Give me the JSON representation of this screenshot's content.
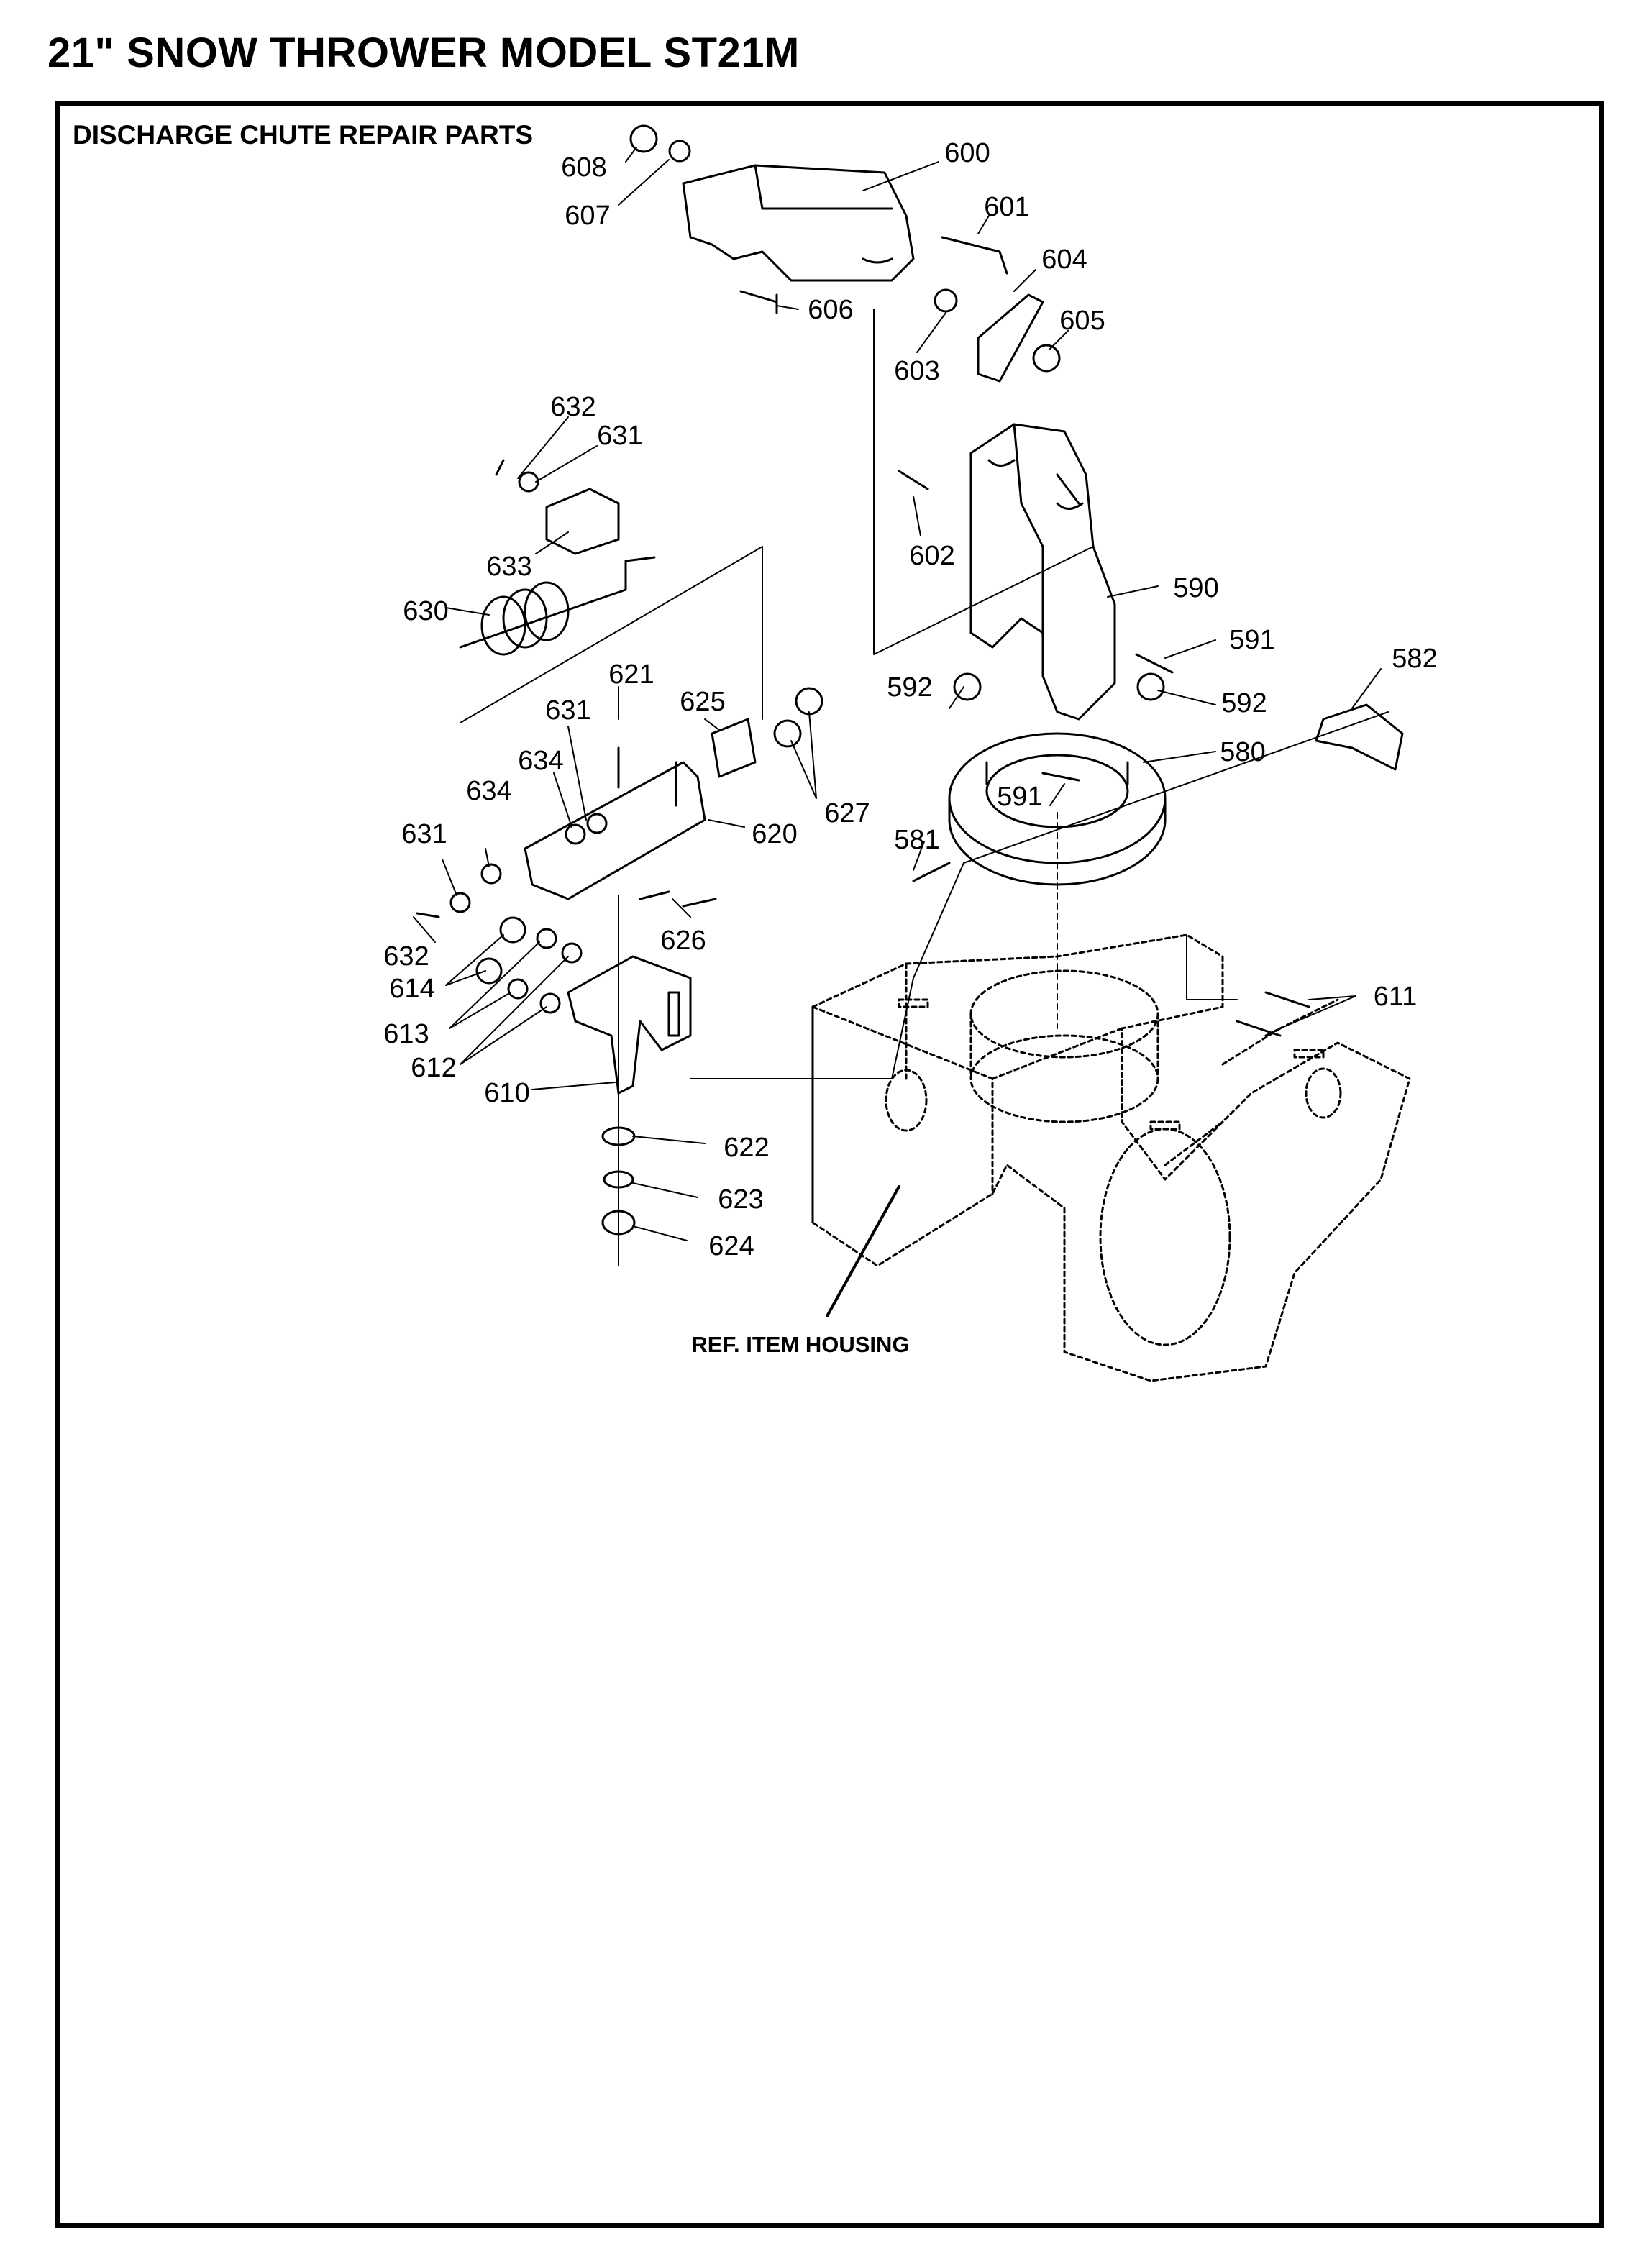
{
  "page_title": "21\" SNOW THROWER MODEL ST21M",
  "section_title": "DISCHARGE CHUTE REPAIR PARTS",
  "reference_label": "REF. ITEM HOUSING",
  "callouts": [
    "608",
    "607",
    "600",
    "601",
    "604",
    "605",
    "606",
    "603",
    "632",
    "631",
    "633",
    "630",
    "621",
    "625",
    "631",
    "634",
    "634",
    "631",
    "627",
    "620",
    "626",
    "632",
    "614",
    "613",
    "612",
    "610",
    "622",
    "623",
    "624",
    "602",
    "590",
    "591",
    "582",
    "592",
    "592",
    "580",
    "591",
    "581",
    "611"
  ]
}
